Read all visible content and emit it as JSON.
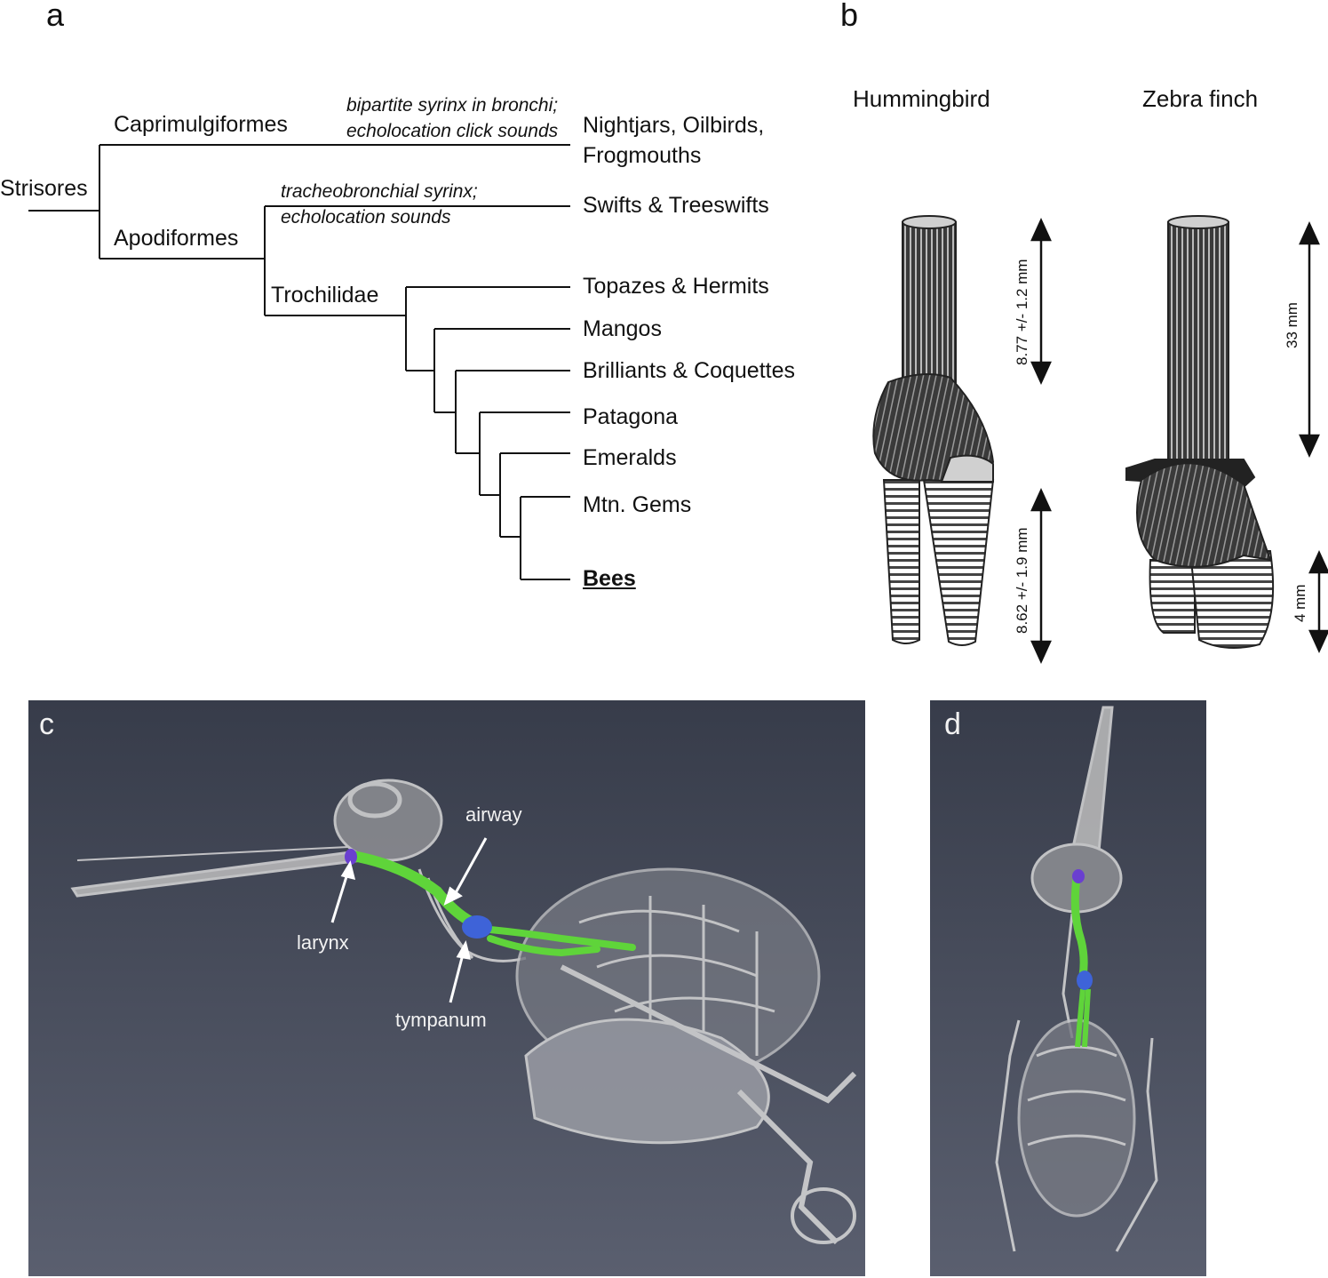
{
  "panels": {
    "a": "a",
    "b": "b",
    "c": "c",
    "d": "d"
  },
  "tree": {
    "root": "Strisores",
    "clade_caprimulgiformes": "Caprimulgiformes",
    "clade_apodiformes": "Apodiformes",
    "clade_trochilidae": "Trochilidae",
    "note_caprimulgiformes": [
      "bipartite syrinx in bronchi;",
      "echolocation click sounds"
    ],
    "note_apodiformes": [
      "tracheobronchial syrinx;",
      "echolocation sounds"
    ],
    "leaves": {
      "nightjars": [
        "Nightjars, Oilbirds,",
        "Frogmouths"
      ],
      "swifts": "Swifts & Treeswifts",
      "topazes": "Topazes & Hermits",
      "mangos": "Mangos",
      "brilliants": "Brilliants & Coquettes",
      "patagona": "Patagona",
      "emeralds": "Emeralds",
      "mtn_gems": "Mtn. Gems",
      "bees": "Bees"
    }
  },
  "syrinx": {
    "hummingbird": "Hummingbird",
    "zebra_finch": "Zebra finch",
    "hb_upper": "8.77 +/- 1.2 mm",
    "hb_lower": "8.62 +/- 1.9 mm",
    "zf_upper": "33 mm",
    "zf_lower": "4 mm"
  },
  "ct_scan": {
    "airway": "airway",
    "larynx": "larynx",
    "tympanum": "tympanum"
  },
  "colors": {
    "ct_background_top": "#373c4a",
    "ct_background_bottom": "#5a5f6f",
    "airway_green": "#5fd43a",
    "tympanum_blue": "#3e63d8",
    "larynx_purple": "#6a3fd0",
    "muscle_dark": "#3a3a3a",
    "cartilage_grey": "#d0d0d0"
  }
}
